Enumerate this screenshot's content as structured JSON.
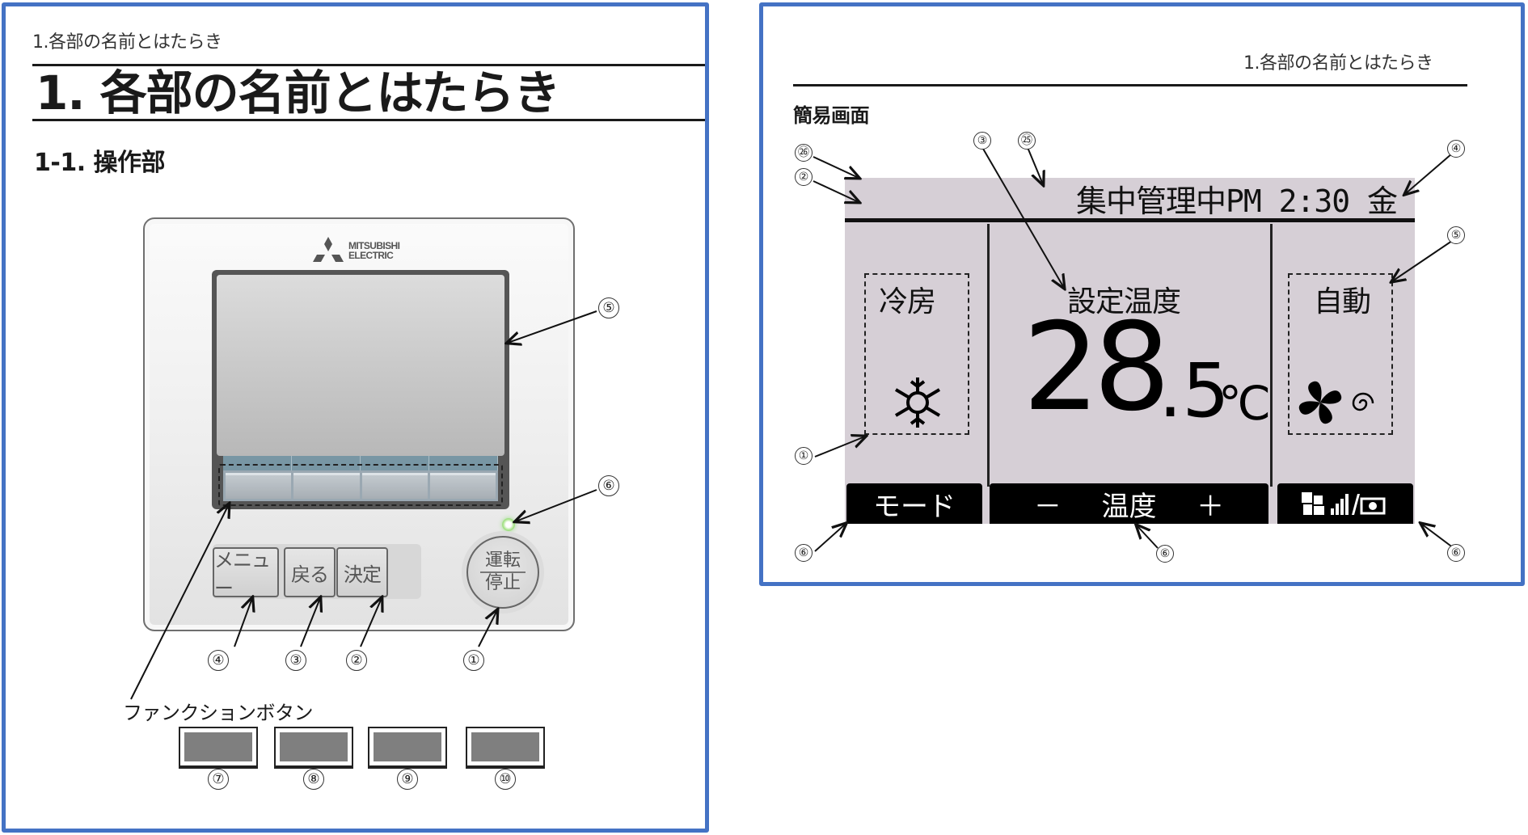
{
  "left_page": {
    "running_head": "1.各部の名前とはたらき",
    "title": "1. 各部の名前とはたらき",
    "subtitle": "1-1. 操作部",
    "device": {
      "brand_line1": "MITSUBISHI",
      "brand_line2": "ELECTRIC",
      "buttons": {
        "menu": "メニュー",
        "back": "戻る",
        "confirm": "決定",
        "power_top": "運転",
        "power_bottom": "停止"
      }
    },
    "callouts": {
      "screen": "⑤",
      "led": "⑥",
      "menu": "④",
      "back": "③",
      "confirm": "②",
      "power": "①"
    },
    "function_buttons": {
      "label": "ファンクションボタン",
      "keys": [
        "⑦",
        "⑧",
        "⑨",
        "⑩"
      ]
    }
  },
  "right_page": {
    "running_head": "1.各部の名前とはたらき",
    "section": "簡易画面",
    "lcd": {
      "header": "集中管理中PM 2:30 金",
      "mode_label": "冷房",
      "mode_icon": "snowflake-icon",
      "center_label": "設定温度",
      "temp_int": "28",
      "temp_dec": ".5",
      "temp_unit": "℃",
      "fan_label": "自動",
      "fan_icon": "fan-icon",
      "auto_icon": "swirl-icon",
      "softkeys": {
        "mode": "モード",
        "minus": "－",
        "temp": "温度",
        "plus": "＋",
        "fan": "fan-speed-icon"
      }
    },
    "callouts": {
      "c26": "㉖",
      "c2": "②",
      "c3": "③",
      "c25": "㉕",
      "c4": "④",
      "c5": "⑤",
      "c1": "①",
      "c6a": "⑥",
      "c6b": "⑥",
      "c6c": "⑥"
    }
  },
  "colors": {
    "frame": "#4472c4",
    "lcd_bg": "#d6cfd6",
    "softkey_bg": "#000000",
    "led": "#9ee08a"
  }
}
